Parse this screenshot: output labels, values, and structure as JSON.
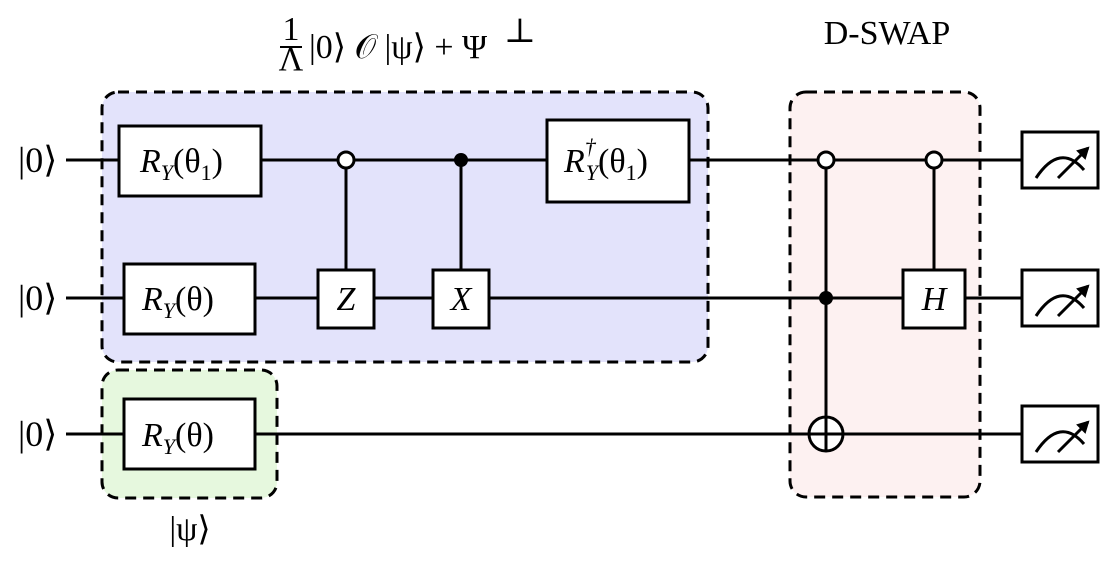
{
  "colors": {
    "oracle_box_fill": "#e3e3fb",
    "psi_box_fill": "#e6f8de",
    "dswap_box_fill": "#fdf1f1",
    "line": "#000000"
  },
  "labels": {
    "oracle_title_num": "1",
    "oracle_title_den": "Λ",
    "oracle_title_rest": "|0⟩ 𝒪 |ψ⟩ + Ψ",
    "oracle_title_sup": "⊥",
    "dswap_title": "D-SWAP",
    "psi_label": "|ψ⟩"
  },
  "inputs": [
    {
      "label": "|0⟩"
    },
    {
      "label": "|0⟩"
    },
    {
      "label": "|0⟩"
    }
  ],
  "gates": {
    "ry_theta1": {
      "name": "R",
      "sub": "Y",
      "arg": "(θ",
      "arg_sub": "1",
      "close": ")"
    },
    "ry_theta_q1": {
      "name": "R",
      "sub": "Y",
      "arg": "(θ)"
    },
    "ry_theta_q2": {
      "name": "R",
      "sub": "Y",
      "arg": "(θ)"
    },
    "ry_dagger_theta1": {
      "name": "R",
      "sup": "†",
      "sub": "Y",
      "arg": "(θ",
      "arg_sub": "1",
      "close": ")"
    },
    "z": "Z",
    "x": "X",
    "h": "H"
  },
  "measurements": [
    {
      "icon": "meter-icon"
    },
    {
      "icon": "meter-icon"
    },
    {
      "icon": "meter-icon"
    }
  ]
}
